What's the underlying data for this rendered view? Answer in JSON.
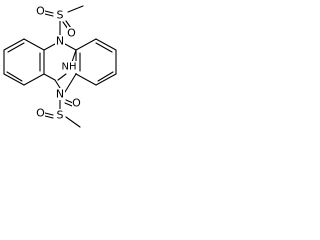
{
  "molecule": {
    "atoms": {
      "sulfur_top": "S",
      "oxygen_top_left": "O",
      "oxygen_top_right": "O",
      "nitrogen_top": "N",
      "nh_bridge": "NH",
      "nitrogen_bottom": "N",
      "sulfur_bottom": "S",
      "oxygen_bottom_left": "O",
      "oxygen_bottom_right": "O"
    }
  },
  "colors": {
    "bond": "#000000",
    "background": "#ffffff"
  }
}
